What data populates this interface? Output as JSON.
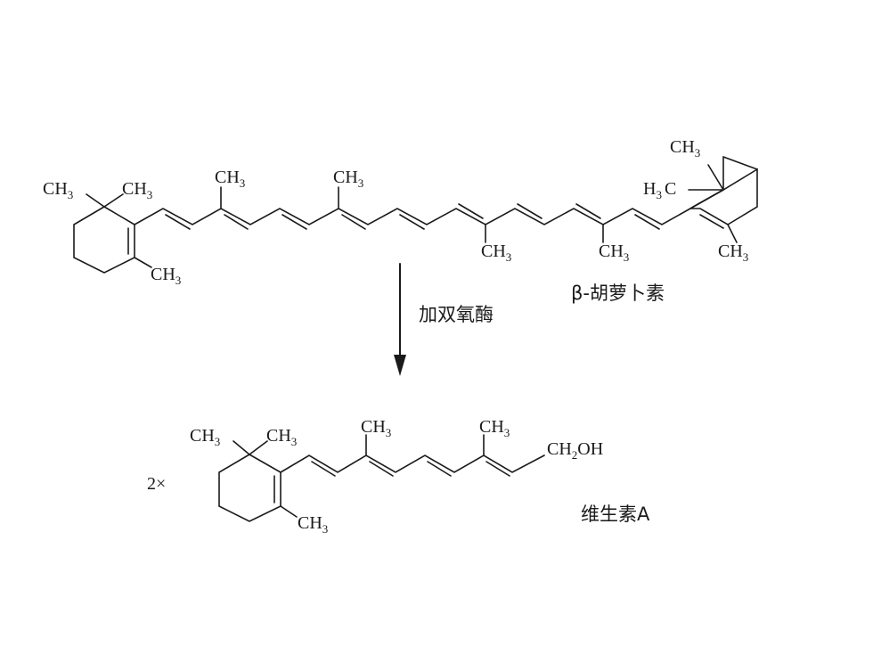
{
  "labels": {
    "ch3": "CH",
    "three": "3",
    "h": "H",
    "c": "C",
    "ch2": "CH",
    "two": "2",
    "oh": "OH"
  },
  "reaction": {
    "enzyme": "加双氧酶",
    "coefficient": "2×"
  },
  "compounds": {
    "reactant_name": "β-胡萝卜素",
    "product_name": "维生素A"
  }
}
